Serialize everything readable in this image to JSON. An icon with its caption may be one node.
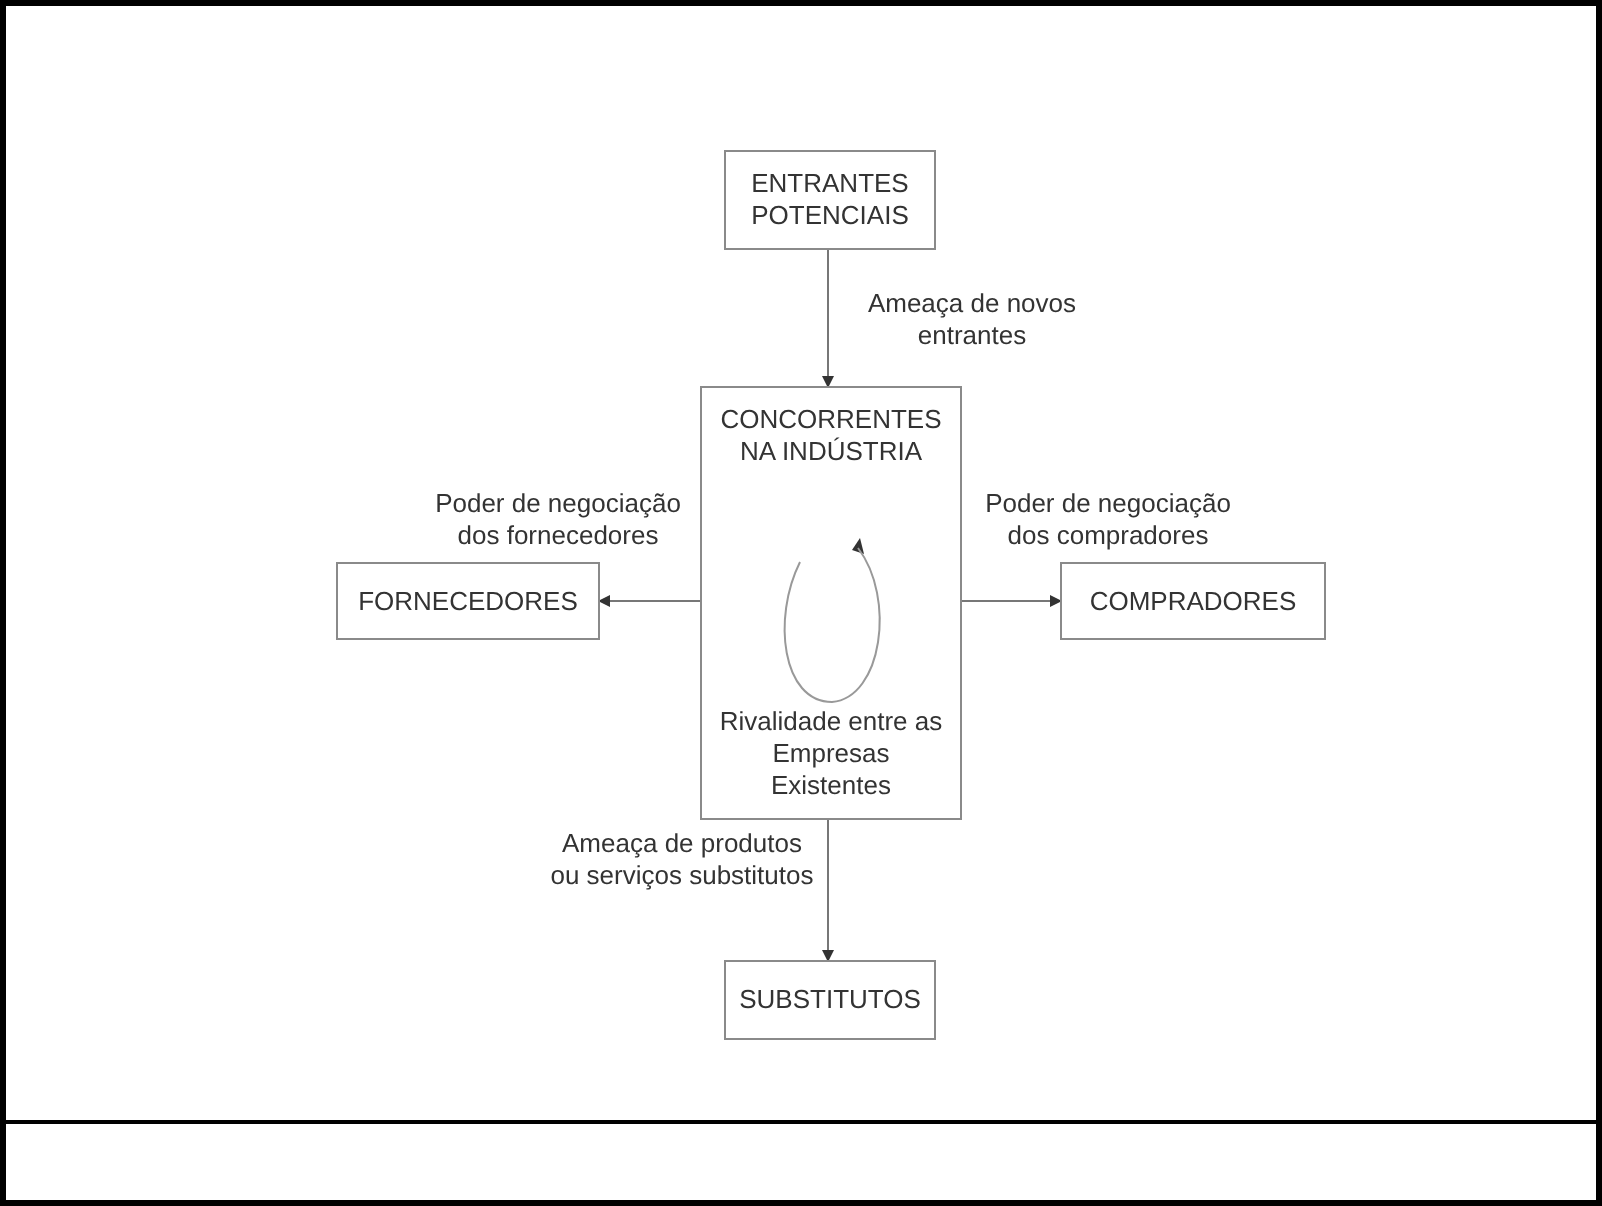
{
  "diagram": {
    "nodes": [
      {
        "text": [
          "ENTRANTES POTENCIAIS"
        ]
      },
      {
        "text": [
          "CONCORRENTES NA INDÚSTRIA",
          "Rivalidade entre as Empresas Existentes"
        ]
      },
      {
        "text": [
          "FORNECEDORES"
        ]
      },
      {
        "text": [
          "COMPRADORES"
        ]
      },
      {
        "text": [
          "SUBSTITUTOS"
        ]
      }
    ],
    "edges": [
      {
        "from": 0,
        "to": 1,
        "arrow": "to",
        "label": "Ameaça de novos entrantes"
      },
      {
        "from": 1,
        "to": 2,
        "arrow": "to",
        "label": "Poder de negociação dos fornecedores"
      },
      {
        "from": 1,
        "to": 3,
        "arrow": "to",
        "label": "Poder de negociação dos compradores"
      },
      {
        "from": 1,
        "to": 4,
        "arrow": "to",
        "label": "Ameaça de produtos ou serviços substitutos"
      }
    ]
  }
}
